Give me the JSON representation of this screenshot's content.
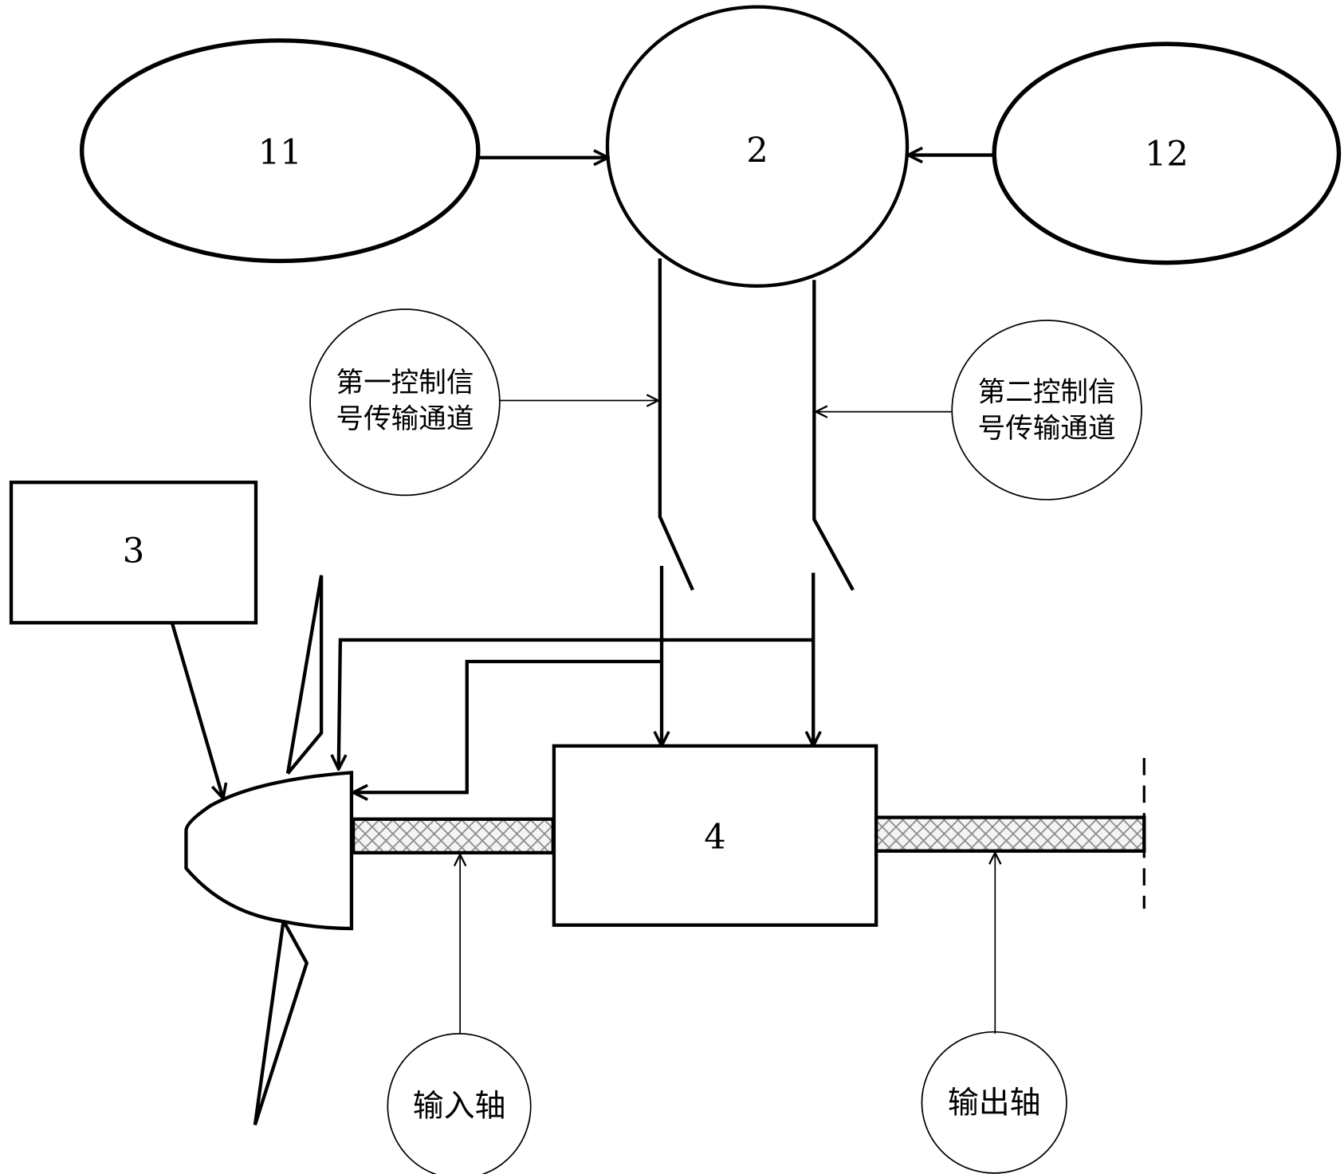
{
  "diagram": {
    "nodes": {
      "n11": {
        "label": "11",
        "shape": "ellipse"
      },
      "n2": {
        "label": "2",
        "shape": "circle"
      },
      "n12": {
        "label": "12",
        "shape": "ellipse"
      },
      "n3": {
        "label": "3",
        "shape": "rectangle"
      },
      "n4": {
        "label": "4",
        "shape": "rectangle"
      }
    },
    "callouts": {
      "first_channel": {
        "line1": "第一控制信",
        "line2": "号传输通道"
      },
      "second_channel": {
        "line1": "第二控制信",
        "line2": "号传输通道"
      },
      "input_shaft": {
        "label": "输入轴"
      },
      "output_shaft": {
        "label": "输出轴"
      }
    },
    "edges": [
      {
        "from": "11",
        "to": "2"
      },
      {
        "from": "12",
        "to": "2"
      },
      {
        "from": "2",
        "to": "4",
        "via": "first channel switch"
      },
      {
        "from": "2",
        "to": "4",
        "via": "second channel switch"
      },
      {
        "from": "first channel",
        "to": "propeller hub"
      },
      {
        "from": "second channel",
        "to": "propeller hub"
      },
      {
        "from": "3",
        "to": "propeller hub"
      }
    ]
  }
}
